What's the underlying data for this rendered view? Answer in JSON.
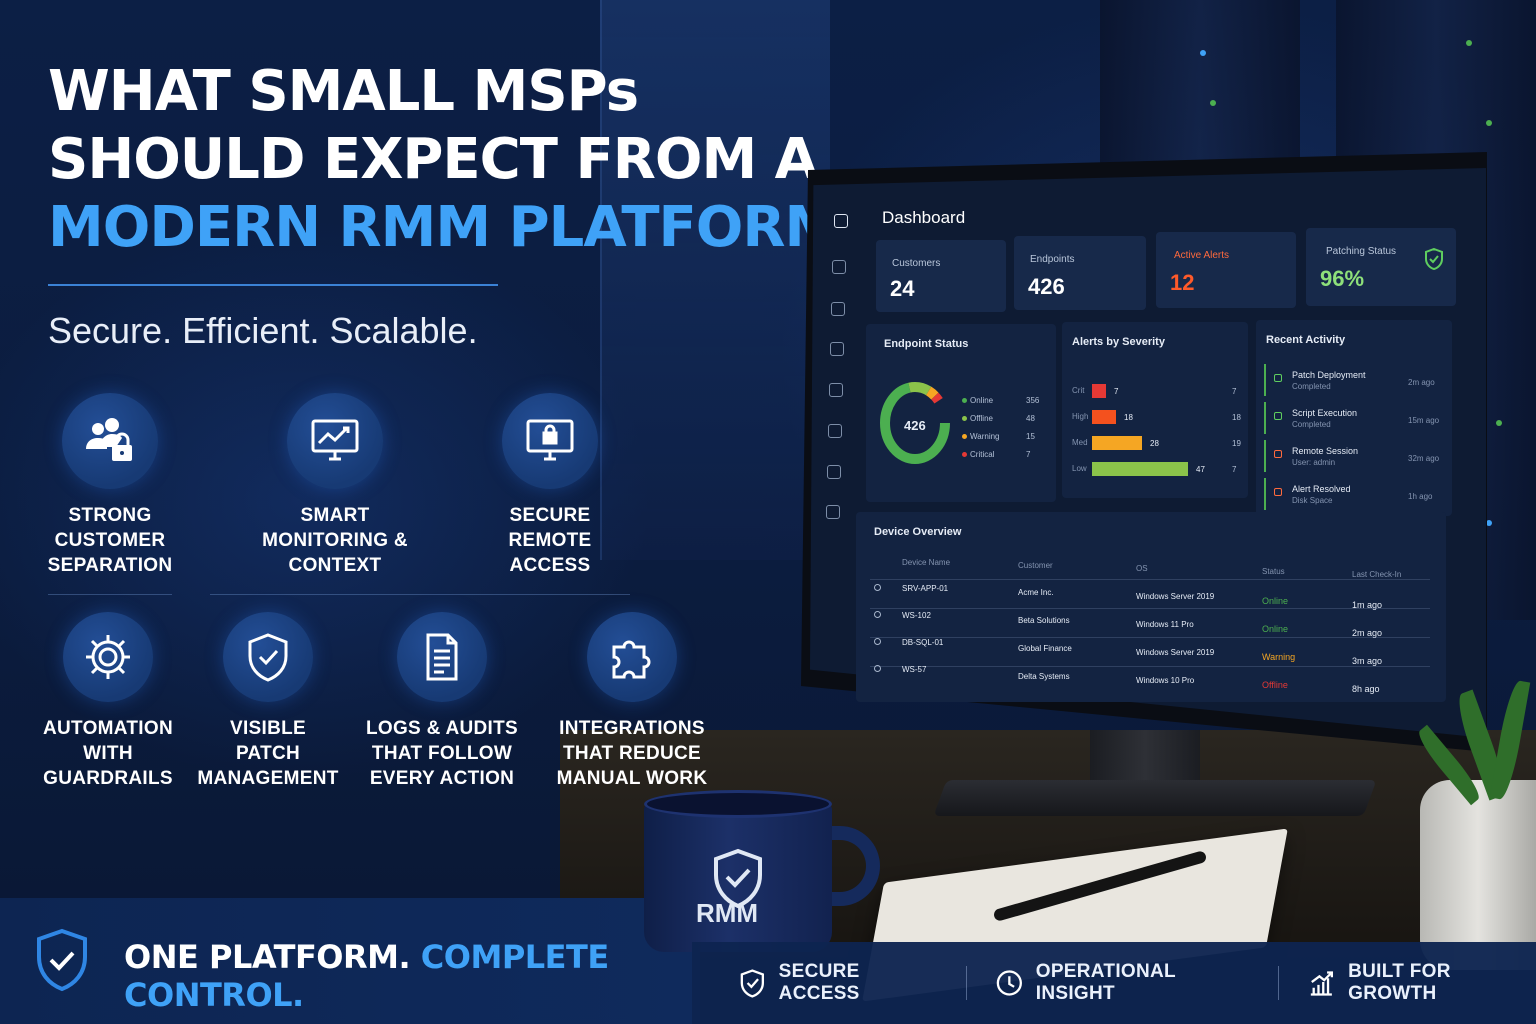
{
  "headline": {
    "line1": "WHAT SMALL MSPs",
    "line2": "SHOULD EXPECT FROM A",
    "line3": "MODERN RMM PLATFORM"
  },
  "tagline": "Secure. Efficient. Scalable.",
  "features": [
    {
      "label": "STRONG\nCUSTOMER\nSEPARATION",
      "icon": "users-lock-icon"
    },
    {
      "label": "SMART\nMONITORING &\nCONTEXT",
      "icon": "monitor-chart-icon"
    },
    {
      "label": "SECURE\nREMOTE\nACCESS",
      "icon": "monitor-lock-icon"
    },
    {
      "label": "AUTOMATION\nWITH\nGUARDRAILS",
      "icon": "gear-icon"
    },
    {
      "label": "VISIBLE\nPATCH\nMANAGEMENT",
      "icon": "shield-check-icon"
    },
    {
      "label": "LOGS & AUDITS\nTHAT FOLLOW\nEVERY ACTION",
      "icon": "document-icon"
    },
    {
      "label": "INTEGRATIONS\nTHAT REDUCE\nMANUAL WORK",
      "icon": "puzzle-icon"
    }
  ],
  "bottom": {
    "slogan_white": "ONE PLATFORM.",
    "slogan_blue": "COMPLETE CONTROL.",
    "pills": [
      "SECURE ACCESS",
      "OPERATIONAL INSIGHT",
      "BUILT FOR GROWTH"
    ]
  },
  "mug": {
    "text": "RMM"
  },
  "dashboard": {
    "title": "Dashboard",
    "stats": [
      {
        "label": "Customers",
        "value": "24"
      },
      {
        "label": "Endpoints",
        "value": "426"
      },
      {
        "label": "Active Alerts",
        "value": "12"
      },
      {
        "label": "Patching Status",
        "value": "96%"
      }
    ],
    "endpoint_status": {
      "title": "Endpoint Status",
      "total": "426",
      "items": [
        {
          "label": "Online",
          "value": "356",
          "color": "#4caf50"
        },
        {
          "label": "Offline",
          "value": "48",
          "color": "#8bc34a"
        },
        {
          "label": "Warning",
          "value": "15",
          "color": "#f5a623"
        },
        {
          "label": "Critical",
          "value": "7",
          "color": "#e53935"
        }
      ]
    },
    "alerts_by_severity": {
      "title": "Alerts by Severity",
      "items": [
        {
          "label": "Crit",
          "value": "7",
          "color": "#e53935",
          "ratio": 0.12
        },
        {
          "label": "High",
          "value": "18",
          "color": "#f4511e",
          "ratio": 0.2
        },
        {
          "label": "Med",
          "value": "28",
          "color": "#f5a623",
          "ratio": 0.42
        },
        {
          "label": "Low",
          "value": "47",
          "color": "#8bc34a",
          "ratio": 0.8
        }
      ],
      "right_values": [
        "7",
        "18",
        "19",
        "7"
      ]
    },
    "recent_activity": {
      "title": "Recent Activity",
      "items": [
        {
          "title": "Patch Deployment",
          "sub": "Completed",
          "time": "2m ago"
        },
        {
          "title": "Script Execution",
          "sub": "Completed",
          "time": "15m ago"
        },
        {
          "title": "Remote Session",
          "sub": "User: admin",
          "time": "32m ago"
        },
        {
          "title": "Alert Resolved",
          "sub": "Disk Space",
          "time": "1h ago"
        }
      ]
    },
    "device_overview": {
      "title": "Device Overview",
      "columns": [
        "Device Name",
        "Customer",
        "OS",
        "Status",
        "Last Check-In"
      ],
      "rows": [
        {
          "name": "SRV-APP-01",
          "customer": "Acme Inc.",
          "os": "Windows Server 2019",
          "status": "Online",
          "status_color": "#4caf50",
          "checkin": "1m ago"
        },
        {
          "name": "WS-102",
          "customer": "Beta Solutions",
          "os": "Windows 11 Pro",
          "status": "Online",
          "status_color": "#4caf50",
          "checkin": "2m ago"
        },
        {
          "name": "DB-SQL-01",
          "customer": "Global Finance",
          "os": "Windows Server 2019",
          "status": "Warning",
          "status_color": "#f5a623",
          "checkin": "3m ago"
        },
        {
          "name": "WS-57",
          "customer": "Delta Systems",
          "os": "Windows 10 Pro",
          "status": "Offline",
          "status_color": "#e53935",
          "checkin": "8h ago"
        }
      ]
    }
  }
}
